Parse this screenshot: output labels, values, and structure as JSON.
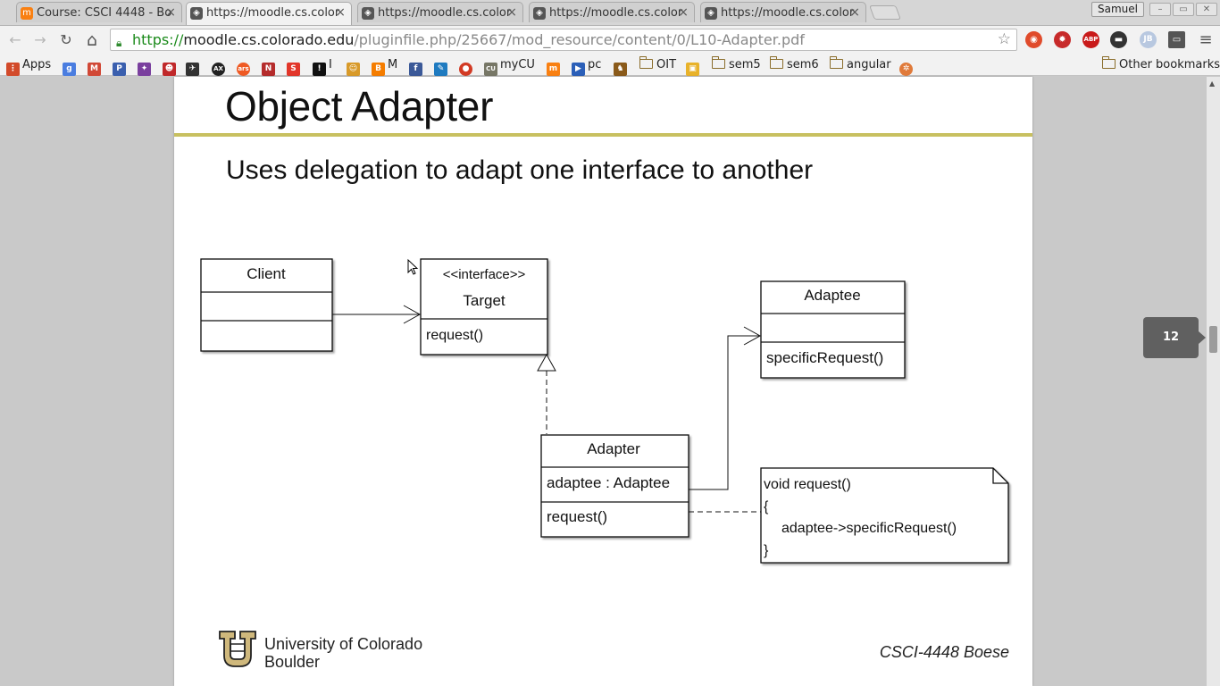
{
  "tabs": [
    {
      "label": "Course: CSCI 4448 - Bo",
      "favicon": "moodle-icon",
      "active": false
    },
    {
      "label": "https://moodle.cs.color",
      "favicon": "pdf-shield-icon",
      "active": true
    },
    {
      "label": "https://moodle.cs.color",
      "favicon": "pdf-shield-icon",
      "active": false
    },
    {
      "label": "https://moodle.cs.color",
      "favicon": "pdf-shield-icon",
      "active": false
    },
    {
      "label": "https://moodle.cs.color",
      "favicon": "pdf-shield-icon",
      "active": false
    }
  ],
  "tab_close": "×",
  "profile_name": "Samuel",
  "window_controls": {
    "minimize": "–",
    "restore": "▭",
    "close": "✕"
  },
  "toolbar": {
    "back": "←",
    "forward": "→",
    "reload": "↻",
    "home": "⌂",
    "url_scheme": "https://",
    "url_host": "moodle.cs.colorado.edu",
    "url_path": "/pluginfile.php/25667/mod_resource/content/0/L10-Adapter.pdf",
    "star": "☆",
    "menu": "≡"
  },
  "extensions": [
    {
      "name": "pocket-icon",
      "color": "#e04b2b",
      "glyph": "◉"
    },
    {
      "name": "bug-icon",
      "color": "#c72a2a",
      "glyph": "✹"
    },
    {
      "name": "adblock-plus-icon",
      "color": "#c91a1a",
      "glyph": "ABP"
    },
    {
      "name": "mask-icon",
      "color": "#333333",
      "glyph": "▬"
    },
    {
      "name": "jb-icon",
      "color": "#b8c8e0",
      "glyph": "JB"
    },
    {
      "name": "cast-icon",
      "color": "#555555",
      "glyph": "▭"
    }
  ],
  "bookmarks": [
    {
      "label": "Apps",
      "name": "apps",
      "color": "#d24a2a",
      "glyph": "⋮"
    },
    {
      "label": "",
      "name": "google",
      "color": "#4a7de0",
      "glyph": "g"
    },
    {
      "label": "",
      "name": "gmail",
      "color": "#d14836",
      "glyph": "M"
    },
    {
      "label": "",
      "name": "pandora",
      "color": "#3a5fae",
      "glyph": "P"
    },
    {
      "label": "",
      "name": "bat",
      "color": "#7a3f9e",
      "glyph": "✦"
    },
    {
      "label": "",
      "name": "reddit-ish",
      "color": "#c0282a",
      "glyph": "☻"
    },
    {
      "label": "",
      "name": "plane",
      "color": "#333333",
      "glyph": "✈"
    },
    {
      "label": "",
      "name": "circle-ax",
      "color": "#222222",
      "glyph": "AX"
    },
    {
      "label": "",
      "name": "ars",
      "color": "#ef5a24",
      "glyph": "ars"
    },
    {
      "label": "",
      "name": "news",
      "color": "#b52c2c",
      "glyph": "N"
    },
    {
      "label": "",
      "name": "s-mag",
      "color": "#e2362a",
      "glyph": "S"
    },
    {
      "label": "I",
      "name": "imdb",
      "color": "#111111",
      "glyph": "I"
    },
    {
      "label": "",
      "name": "cat",
      "color": "#d89a2a",
      "glyph": "☺"
    },
    {
      "label": "M",
      "name": "blogger",
      "color": "#f57d00",
      "glyph": "B"
    },
    {
      "label": "",
      "name": "facebook",
      "color": "#3b5998",
      "glyph": "f"
    },
    {
      "label": "",
      "name": "chart-app",
      "color": "#1f7bc0",
      "glyph": "✎"
    },
    {
      "label": "",
      "name": "tomato",
      "color": "#d23a24",
      "glyph": "●"
    },
    {
      "label": "myCU",
      "name": "mycu",
      "color": "#777766",
      "glyph": "CU"
    },
    {
      "label": "",
      "name": "moodle",
      "color": "#f98012",
      "glyph": "m"
    },
    {
      "label": "pc",
      "name": "pc",
      "color": "#2b5fb8",
      "glyph": "▶"
    },
    {
      "label": "",
      "name": "cu-buff",
      "color": "#8a5a1a",
      "glyph": "♞"
    },
    {
      "label": "OIT",
      "name": "oit",
      "folder": true
    },
    {
      "label": "",
      "name": "box",
      "color": "#e8b22a",
      "glyph": "▣"
    },
    {
      "label": "sem5",
      "name": "sem5",
      "folder": true
    },
    {
      "label": "sem6",
      "name": "sem6",
      "folder": true
    },
    {
      "label": "angular",
      "name": "angular",
      "folder": true
    },
    {
      "label": "",
      "name": "ubuntu",
      "color": "#e07a3a",
      "glyph": "✲"
    }
  ],
  "other_bookmarks": "Other bookmarks",
  "slide": {
    "title": "Object Adapter",
    "subtitle": "Uses delegation to adapt one interface to another",
    "uml": {
      "client": {
        "name": "Client"
      },
      "target": {
        "stereotype": "<<interface>>",
        "name": "Target",
        "method": "request()"
      },
      "adaptee": {
        "name": "Adaptee",
        "method": "specificRequest()"
      },
      "adapter": {
        "name": "Adapter",
        "attribute": "adaptee : Adaptee",
        "method": "request()"
      },
      "note": {
        "line1": "void request()",
        "line2": "{",
        "line3": "adaptee->specificRequest()",
        "line4": "}"
      }
    },
    "footer_university_line1": "University of Colorado",
    "footer_university_line2": "Boulder",
    "footer_course": "CSCI-4448 Boese"
  },
  "page_number": "12"
}
